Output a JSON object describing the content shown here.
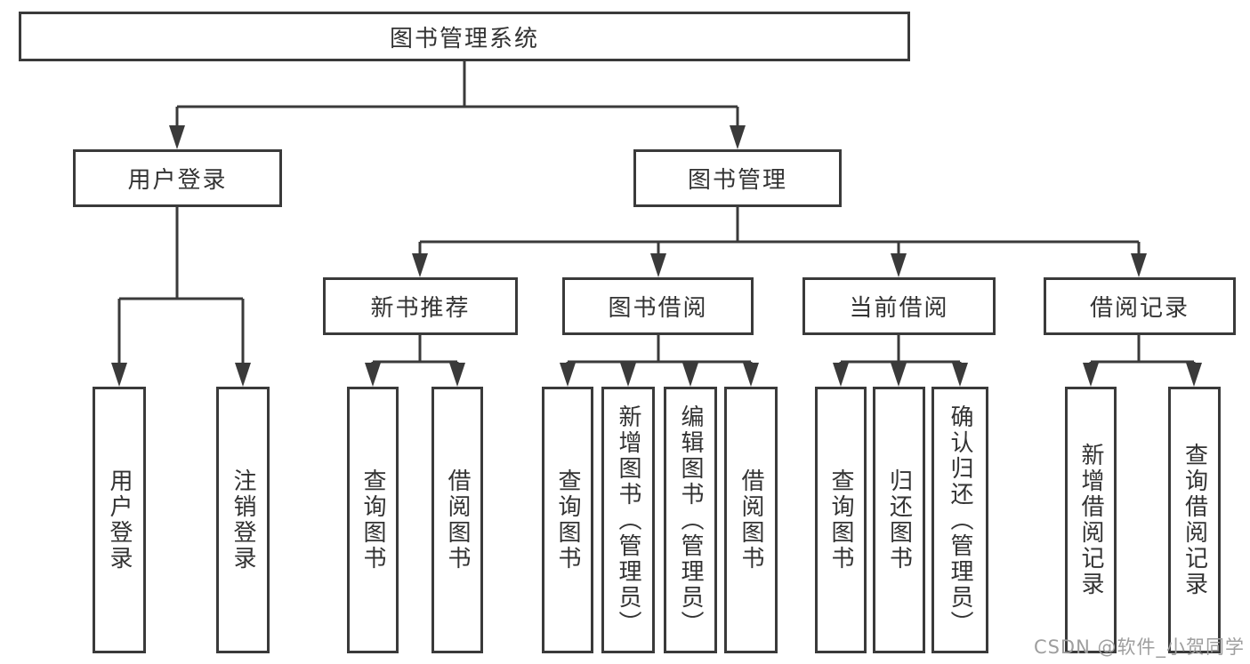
{
  "tree": {
    "root": {
      "label": "图书管理系统",
      "children": {
        "user_login": {
          "label": "用户登录",
          "children": {
            "login": {
              "label": "用户登录"
            },
            "logout": {
              "label": "注销登录"
            }
          }
        },
        "book_mgmt": {
          "label": "图书管理",
          "children": {
            "new_books": {
              "label": "新书推荐",
              "children": {
                "query": {
                  "label": "查询图书"
                },
                "borrow": {
                  "label": "借阅图书"
                }
              }
            },
            "book_borrow": {
              "label": "图书借阅",
              "children": {
                "query": {
                  "label": "查询图书"
                },
                "add": {
                  "label": "新增图书（管理员）"
                },
                "edit": {
                  "label": "编辑图书（管理员）"
                },
                "borrow": {
                  "label": "借阅图书"
                }
              }
            },
            "current_borrow": {
              "label": "当前借阅",
              "children": {
                "query": {
                  "label": "查询图书"
                },
                "return": {
                  "label": "归还图书"
                },
                "confirm": {
                  "label": "确认归还（管理员）"
                }
              }
            },
            "borrow_records": {
              "label": "借阅记录",
              "children": {
                "add": {
                  "label": "新增借阅记录"
                },
                "query": {
                  "label": "查询借阅记录"
                }
              }
            }
          }
        }
      }
    }
  },
  "watermark": {
    "text": "CSDN @软件_小贺同学"
  },
  "colors": {
    "line": "#3a3a3a",
    "text": "#333333",
    "background": "#ffffff",
    "watermark": "#9e9e9e"
  }
}
